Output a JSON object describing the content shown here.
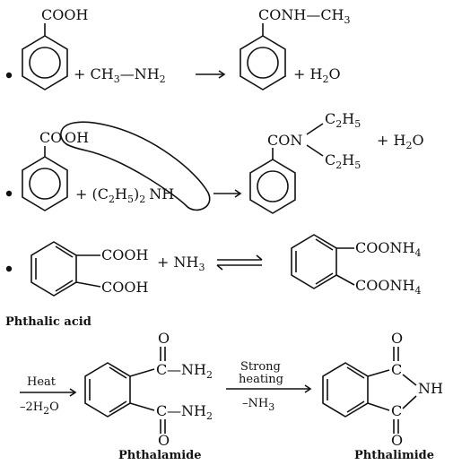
{
  "reaction1": {
    "reactant_group": "COOH",
    "plus1": "+ CH",
    "sub3a": "3",
    "dash_nh": "—NH",
    "sub2": "2",
    "product_group": "CONH—CH",
    "product_sub": "3",
    "plus_water": "+ H",
    "water_sub": "2",
    "water_o": "O"
  },
  "reaction2": {
    "reactant_co": "CO",
    "reactant_oh": "OH",
    "plus": "+ (C",
    "sub2": "2",
    "h": "H",
    "sub5": "5",
    "close": ")",
    "sub_2b": "2",
    "nh": "N",
    "h_circled": "H",
    "product_con": "CON",
    "ethyl1": "C",
    "ethyl1_sub2": "2",
    "ethyl1_h": "H",
    "ethyl1_sub5": "5",
    "ethyl2": "C",
    "ethyl2_sub2": "2",
    "ethyl2_h": "H",
    "ethyl2_sub5": "5",
    "plus_water": "+ H",
    "water_sub": "2",
    "water_o": "O"
  },
  "reaction3": {
    "cooh_top": "COOH",
    "cooh_bottom": "COOH",
    "plus_nh": "+ NH",
    "nh_sub": "3",
    "prod_top": "COONH",
    "prod_top_sub": "4",
    "prod_bottom": "COONH",
    "prod_bottom_sub": "4",
    "caption": "Phthalic acid"
  },
  "reaction4": {
    "heat_label": "Heat",
    "heat_cond": "–2H",
    "heat_cond_sub": "2",
    "heat_cond_o": "O",
    "o_top": "O",
    "c_top": "C",
    "nh2_top": "—NH",
    "nh2_top_sub": "2",
    "c_bottom": "C",
    "nh2_bottom": "—NH",
    "nh2_bottom_sub": "2",
    "o_bottom": "O",
    "caption_amide": "Phthalamide",
    "strong": "Strong",
    "heating": "heating",
    "minus_nh": "–NH",
    "minus_nh_sub": "3",
    "imide_o_top": "O",
    "imide_c_top": "C",
    "imide_nh": "NH",
    "imide_c_bottom": "C",
    "imide_o_bottom": "O",
    "caption_imide": "Phthalimide"
  }
}
